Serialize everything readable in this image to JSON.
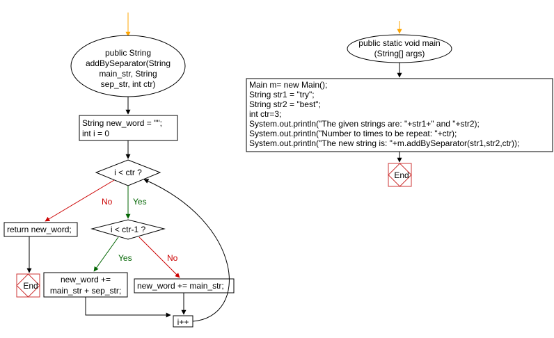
{
  "colors": {
    "start_arrow": "#ffa500",
    "yes": "#006400",
    "no": "#cc0000",
    "end": "#cc3333",
    "stroke": "#000000"
  },
  "left": {
    "start": {
      "lines": [
        "public String",
        "addBySeparator(String",
        "main_str, String",
        "sep_str, int ctr)"
      ]
    },
    "init": {
      "lines": [
        "String new_word = \"\";",
        "int i = 0"
      ]
    },
    "cond1": {
      "text": "i < ctr ?"
    },
    "cond2": {
      "text": "i < ctr-1 ?"
    },
    "return_box": {
      "text": "return new_word;"
    },
    "end_label": "End",
    "yes_box": {
      "lines": [
        "new_word +=",
        "main_str + sep_str;"
      ]
    },
    "no_box": {
      "text": "new_word += main_str;"
    },
    "incr": {
      "text": "i++"
    },
    "labels": {
      "no1": "No",
      "yes1": "Yes",
      "yes2": "Yes",
      "no2": "No"
    }
  },
  "right": {
    "start": {
      "lines": [
        "public static void main",
        "(String[] args)"
      ]
    },
    "body": {
      "lines": [
        "Main m= new Main();",
        "String str1 = \"try\";",
        "String str2 = \"best\";",
        "int ctr=3;",
        "System.out.println(\"The given strings are: \"+str1+\"  and  \"+str2);",
        "System.out.println(\"Number to times to be repeat: \"+ctr);",
        "System.out.println(\"The new string is: \"+m.addBySeparator(str1,str2,ctr));"
      ]
    },
    "end_label": "End"
  }
}
